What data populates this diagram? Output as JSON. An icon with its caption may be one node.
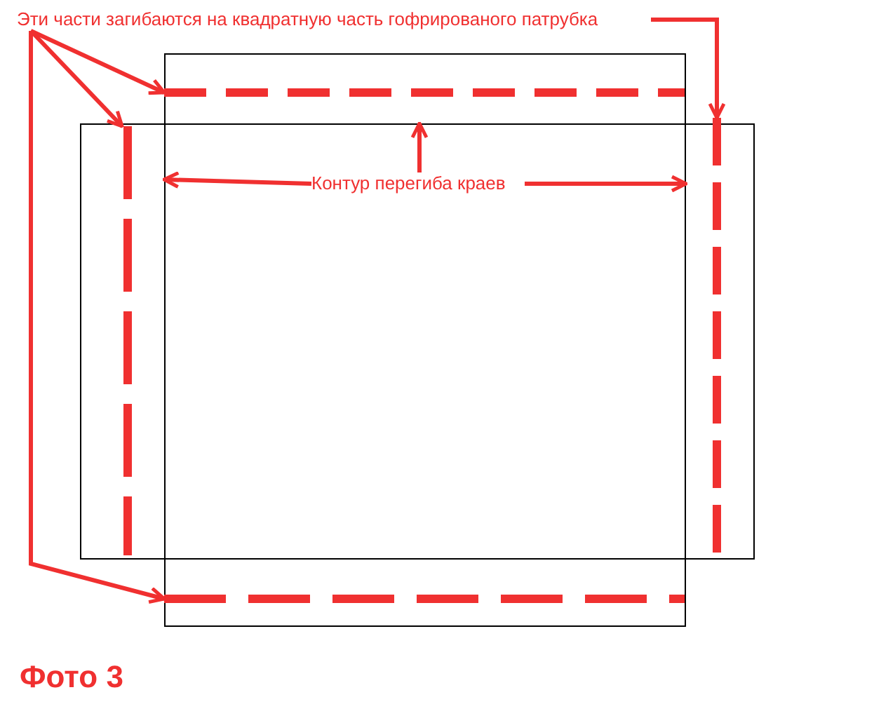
{
  "diagram": {
    "caption": "Фото 3",
    "nodes": [
      {
        "text": [
          "Эти части загибаются на квадратную часть гофрированого патрубка"
        ]
      },
      {
        "text": [],
        "shape": "line"
      },
      {
        "text": [],
        "shape": "line"
      },
      {
        "text": [],
        "shape": "line"
      },
      {
        "text": [],
        "shape": "line"
      },
      {
        "text": [],
        "shape": "box"
      },
      {
        "text": [
          "Контур перегиба краев"
        ],
        "in": 5
      }
    ],
    "edges": [
      {
        "from": 0,
        "to": 1,
        "arrow": "to"
      },
      {
        "from": 0,
        "to": 2,
        "arrow": "to"
      },
      {
        "from": 0,
        "to": 3,
        "arrow": "to"
      },
      {
        "from": 0,
        "to": 4,
        "arrow": "to"
      },
      {
        "from": 6,
        "to": 5,
        "arrow": "to"
      },
      {
        "from": 6,
        "to": 5,
        "arrow": "to"
      },
      {
        "from": 6,
        "to": 5,
        "arrow": "to"
      }
    ]
  }
}
